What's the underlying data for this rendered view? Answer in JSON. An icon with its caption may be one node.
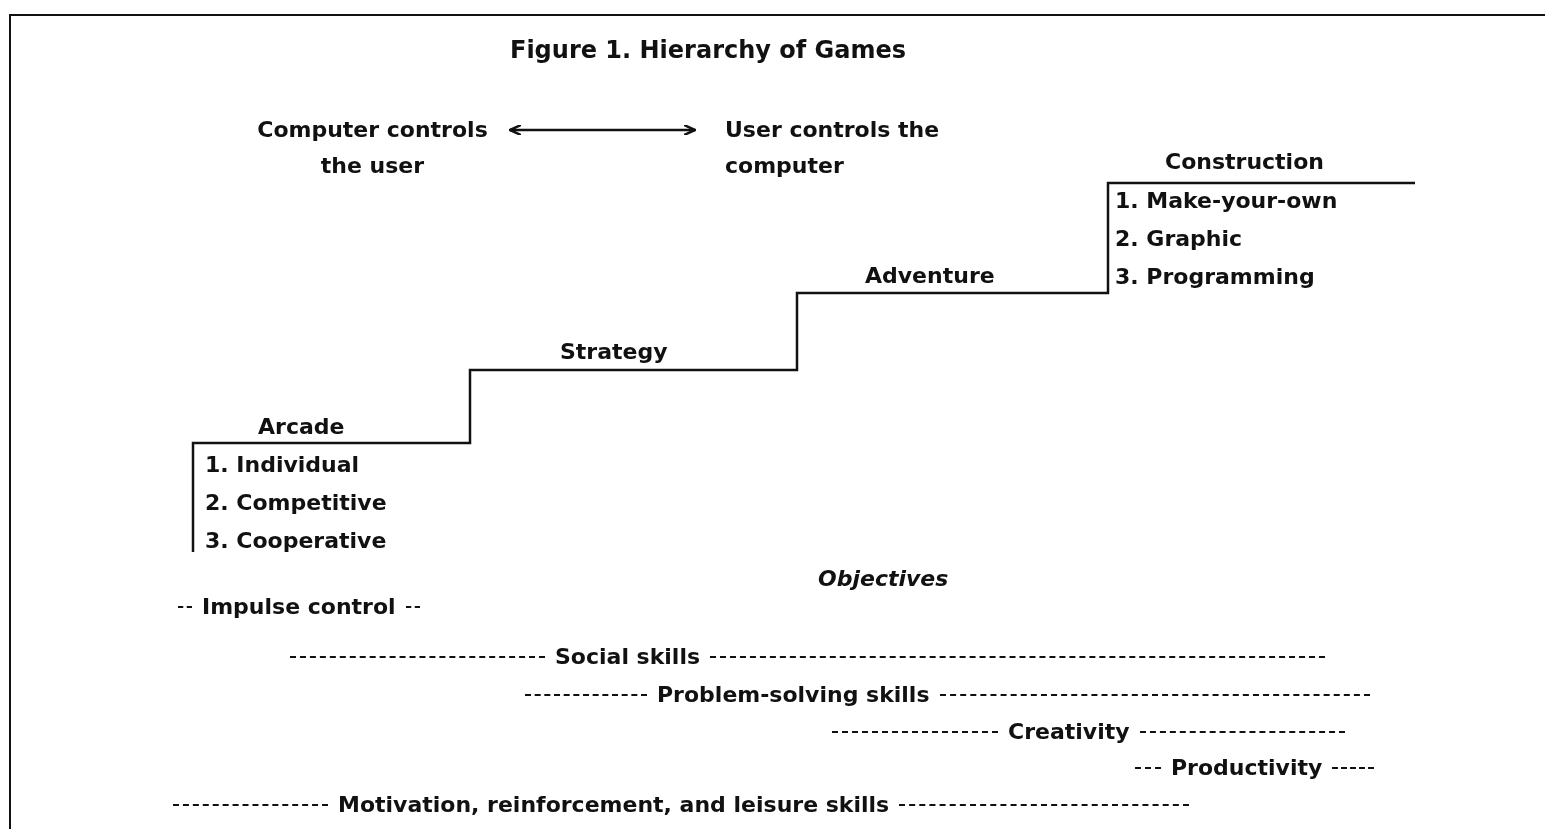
{
  "diagram": {
    "title": "Figure 1. Hierarchy of Games",
    "nodes": [
      {
        "text": [
          "Computer controls the user"
        ]
      },
      {
        "text": [
          "User controls the computer"
        ]
      }
    ],
    "edges": [
      {
        "from": 0,
        "to": 1,
        "arrow": "both"
      }
    ],
    "labels": [
      "Construction",
      "1. Make-your-own",
      "2. Graphic",
      "3. Programming",
      "Adventure",
      "Strategy",
      "Arcade",
      "1. Individual",
      "2. Competitive",
      "3. Cooperative",
      "Objectives",
      "Impulse control",
      "Social skills",
      "Problem-solving skills",
      "Creativity",
      "Productivity",
      "Motivation, reinforcement, and leisure skills"
    ]
  }
}
